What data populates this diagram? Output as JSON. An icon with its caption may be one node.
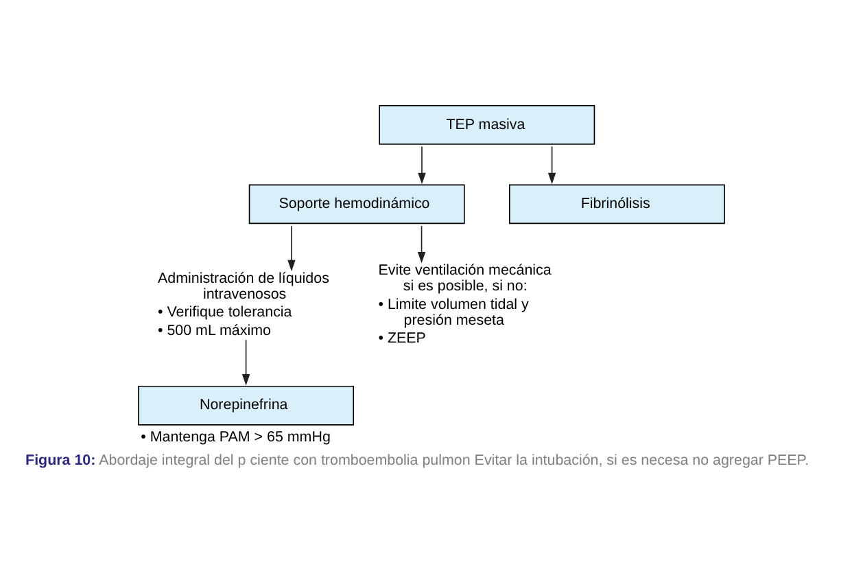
{
  "diagram": {
    "caption": "**Figura 10:** Abordaje integral del p ciente con tromboembolia pulmon Evitar la intubación, si es necesa no agregar PEEP.",
    "nodes": [
      {
        "text": [
          "TEP masiva"
        ]
      },
      {
        "text": [
          "Soporte hemodinámico"
        ]
      },
      {
        "text": [
          "Fibrinólisis"
        ]
      },
      {
        "text": [
          "Administración de líquidos intravenosos",
          "• Verifique tolerancia",
          "• 500 mL máximo"
        ]
      },
      {
        "text": [
          "Evite ventilación mecánica si es posible, si no:",
          "• Limite volumen tidal y presión meseta",
          "• ZEEP"
        ]
      },
      {
        "text": [
          "Norepinefrina"
        ],
        "beside": [
          "• Mantenga PAM > 65 mmHg"
        ]
      }
    ],
    "edges": [
      {
        "from": 0,
        "to": 1,
        "arrow": "to"
      },
      {
        "from": 0,
        "to": 2,
        "arrow": "to"
      },
      {
        "from": 1,
        "to": 3,
        "arrow": "to"
      },
      {
        "from": 1,
        "to": 4,
        "arrow": "to"
      },
      {
        "from": 3,
        "to": 5,
        "arrow": "to"
      }
    ]
  }
}
